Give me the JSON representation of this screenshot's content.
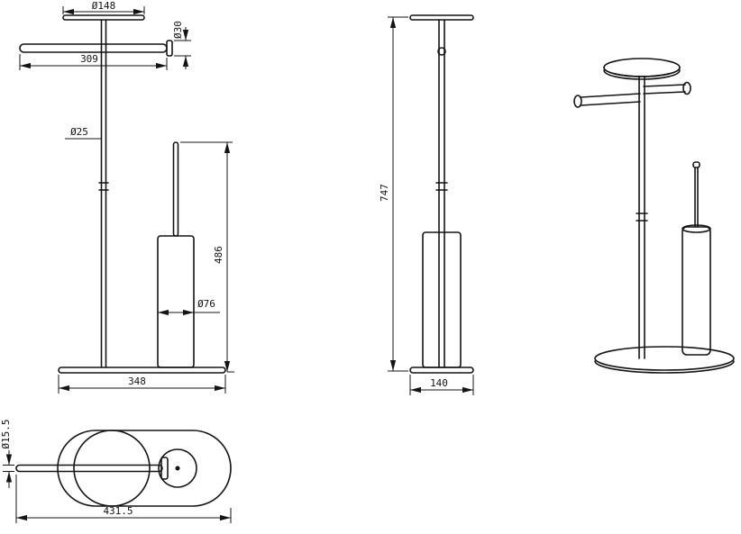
{
  "page": {
    "background": "#ffffff",
    "ink": "#141414"
  },
  "drawing": {
    "front_view": {
      "dims": {
        "top_plate_diameter": "Ø148",
        "bar_end_diameter": "Ø30",
        "bar_length": "309",
        "pole_diameter": "Ø25",
        "brush_assembly_height": "486",
        "brush_cup_diameter": "Ø76",
        "base_length": "348"
      }
    },
    "side_view": {
      "dims": {
        "total_height": "747",
        "base_depth": "140"
      }
    },
    "top_view": {
      "dims": {
        "bar_diameter": "Ø15.5",
        "overall_length": "431.5"
      }
    }
  }
}
